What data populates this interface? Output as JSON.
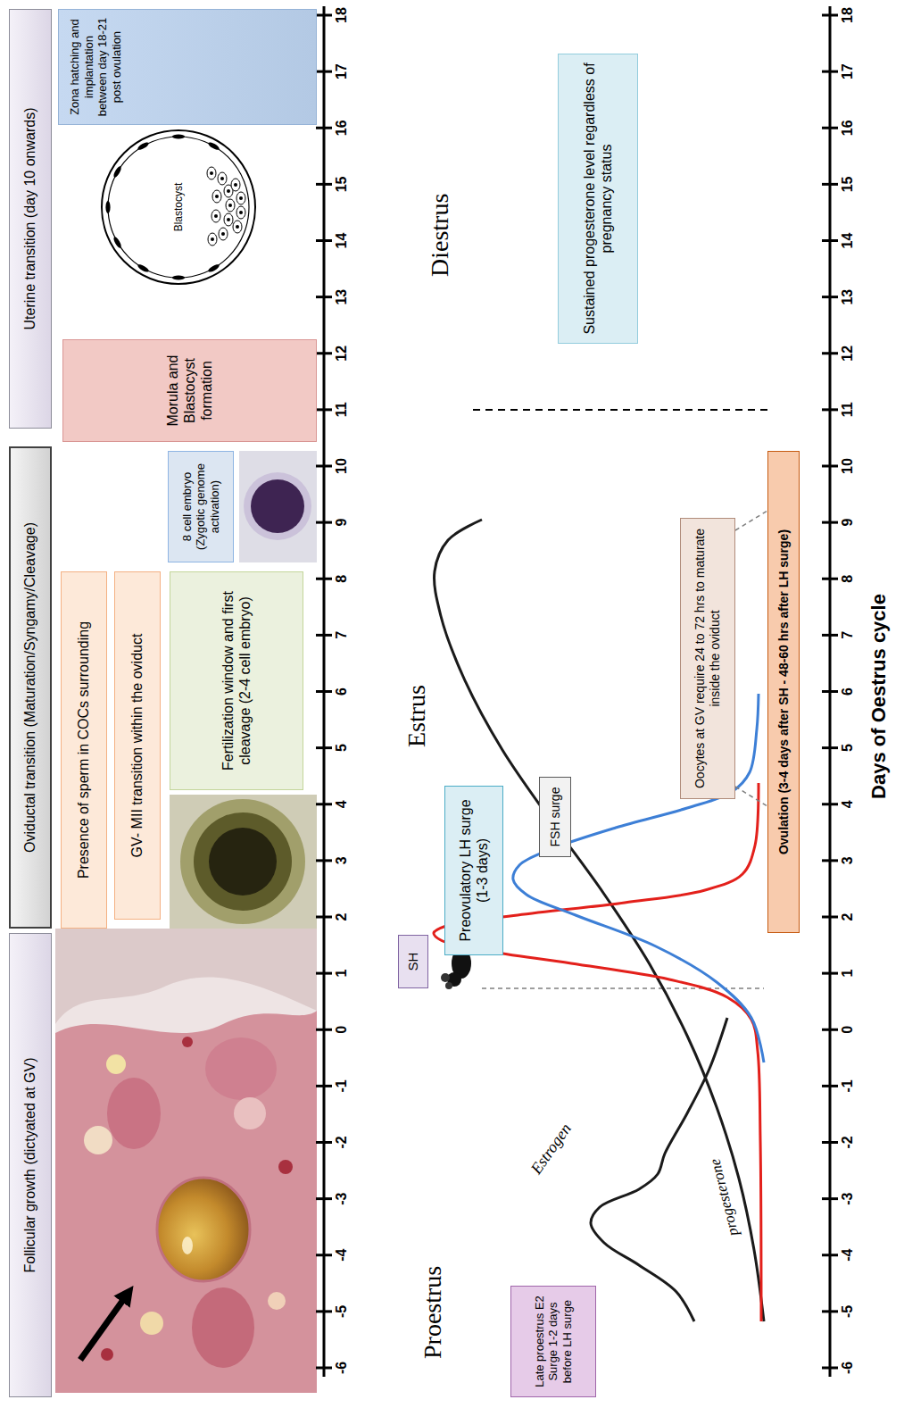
{
  "diagram": {
    "nodes": [
      {
        "text": [
          "Follicular growth (dictyated at GV)"
        ]
      },
      {
        "text": [
          "Oviductal transition (Maturation/Syngamy/Cleavage)"
        ]
      },
      {
        "text": [
          "Uterine transition (day 10 onwards)"
        ]
      },
      {
        "text": [
          "Presence of sperm in COCs surrounding"
        ]
      },
      {
        "text": [
          "GV- MII transition within the oviduct"
        ]
      },
      {
        "text": [
          "Fertilization window and first cleavage (2-4 cell embryo)"
        ]
      },
      {
        "text": [
          "8 cell embryo (Zygotic genome activation)"
        ]
      },
      {
        "text": [
          "Morula and Blastocyst formation"
        ]
      },
      {
        "text": [
          "Blastocyst"
        ]
      },
      {
        "text": [
          "Zona hatching and implantation between day 18-21 post ovulation"
        ]
      },
      {
        "text": [
          "SH"
        ]
      },
      {
        "text": [
          "Preovulatory LH surge (1-3 days)"
        ]
      },
      {
        "text": [
          "FSH surge"
        ]
      },
      {
        "text": [
          "Late proestrus E2 Surge 1-2 days before LH surge"
        ]
      },
      {
        "text": [
          "Oocytes at GV require 24 to 72 hrs to maturate inside the oviduct"
        ]
      },
      {
        "text": [
          "Ovulation (3-4 days after SH - 48-60 hrs after LH surge)"
        ]
      },
      {
        "text": [
          "Sustained progesterone level regardless of pregnancy status"
        ]
      }
    ],
    "edges": [
      {
        "from": 14,
        "to": 15,
        "arrow": "none"
      },
      {
        "from": 14,
        "to": 15,
        "arrow": "none"
      }
    ],
    "labels": [
      "-6",
      "-5",
      "-4",
      "-3",
      "-2",
      "-1",
      "0",
      "1",
      "2",
      "3",
      "4",
      "5",
      "6",
      "7",
      "8",
      "9",
      "10",
      "11",
      "12",
      "13",
      "14",
      "15",
      "16",
      "17",
      "18",
      "Proestrus",
      "Estrus",
      "Diestrus",
      "Estrogen",
      "progesterone",
      "-6",
      "-5",
      "-4",
      "-3",
      "-2",
      "-1",
      "0",
      "1",
      "2",
      "3",
      "4",
      "5",
      "6",
      "7",
      "8",
      "9",
      "10",
      "11",
      "12",
      "13",
      "14",
      "15",
      "16",
      "17",
      "18",
      "Days of Oestrus cycle"
    ]
  }
}
